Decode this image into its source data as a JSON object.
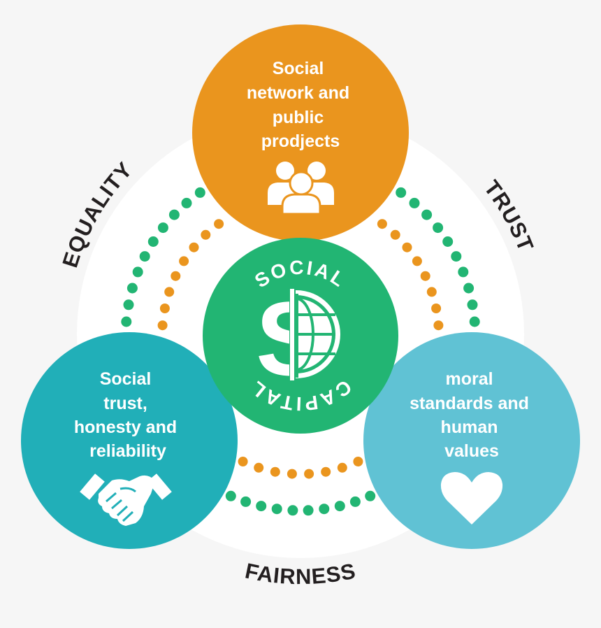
{
  "diagram": {
    "background": "#f6f6f6",
    "center": {
      "top_label": "SOCIAL",
      "bottom_label": "CAPITAL",
      "icon": "dollar-globe-icon",
      "color": "#22b573"
    },
    "nodes": [
      {
        "id": "top",
        "lines": [
          "Social",
          "network and",
          "public",
          "prodjects"
        ],
        "icon": "people-group-icon",
        "color": "#ea951e"
      },
      {
        "id": "left",
        "lines": [
          "Social",
          "trust,",
          "honesty and",
          "reliability"
        ],
        "icon": "handshake-icon",
        "color": "#21afb8"
      },
      {
        "id": "right",
        "lines": [
          "moral",
          "standards and",
          "human",
          "values"
        ],
        "icon": "heart-icon",
        "color": "#60c2d4"
      }
    ],
    "outer_labels": {
      "top_left": "EQUALITY",
      "top_right": "TRUST",
      "bottom": "FAIRNESS"
    },
    "dot_colors": {
      "outer_arc": "#22b573",
      "inner_arc": "#ea951e"
    }
  }
}
